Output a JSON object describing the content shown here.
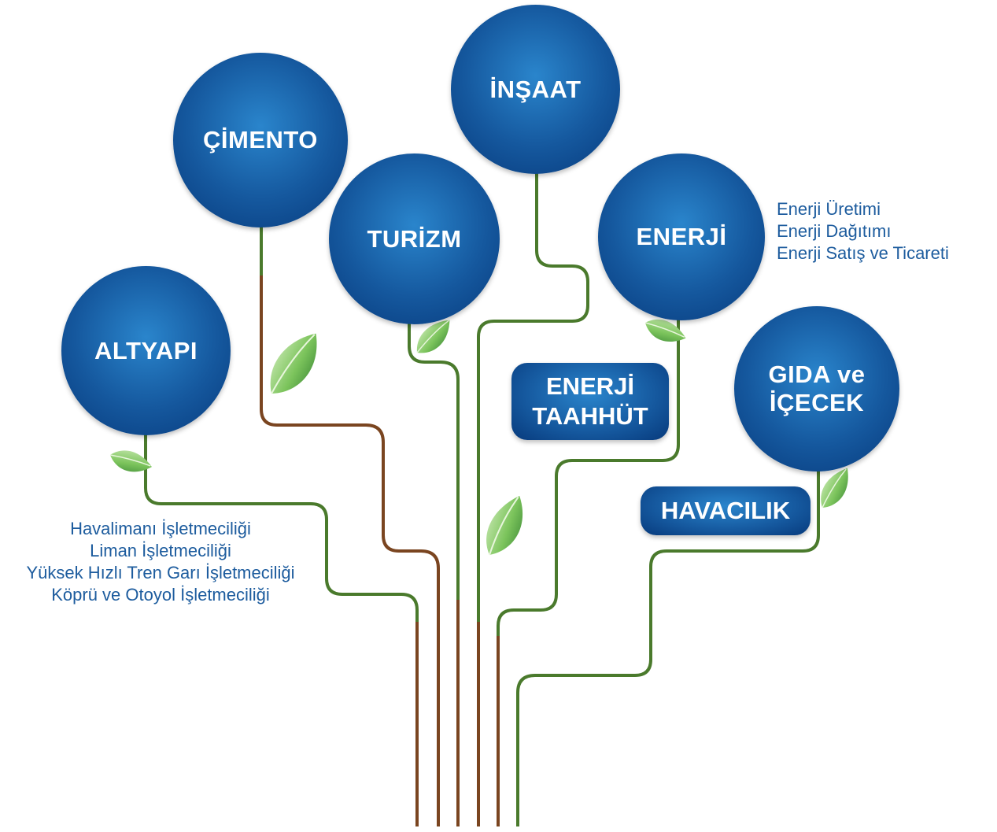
{
  "colors": {
    "circle_center": "#1a6fb8",
    "circle_edge": "#07397a",
    "stem_green": "#4a7a2c",
    "stem_brown": "#7a4520",
    "sub_text": "#1d5c9e",
    "leaf_light": "#b9e3a0",
    "leaf_dark": "#3f8f3a"
  },
  "nodes": {
    "altyapi": {
      "label": "ALTYAPI"
    },
    "cimento": {
      "label": "ÇİMENTO"
    },
    "turizm": {
      "label": "TURİZM"
    },
    "insaat": {
      "label": "İNŞAAT"
    },
    "enerji": {
      "label": "ENERJİ"
    },
    "gida": {
      "label_line1": "GIDA ve",
      "label_line2": "İÇECEK"
    },
    "enerji_taahhut": {
      "label_line1": "ENERJİ",
      "label_line2": "TAAHHÜT"
    },
    "havacilik": {
      "label": "HAVACILIK"
    }
  },
  "altyapi_subitems": [
    "Havalimanı İşletmeciliği",
    "Liman İşletmeciliği",
    "Yüksek Hızlı Tren Garı İşletmeciliği",
    "Köprü ve Otoyol İşletmeciliği"
  ],
  "enerji_subitems": [
    "Enerji Üretimi",
    "Enerji Dağıtımı",
    "Enerji Satış ve Ticareti"
  ]
}
